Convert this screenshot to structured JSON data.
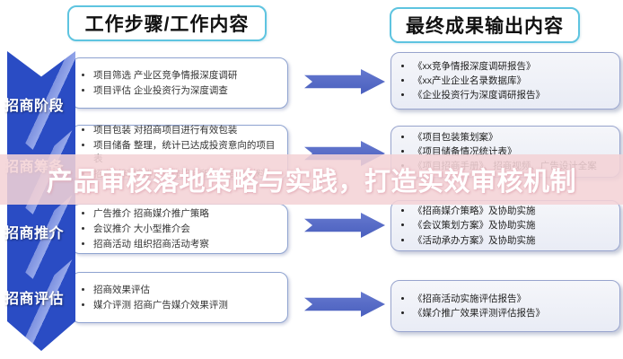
{
  "banner": {
    "text": "产品审核落地策略与实践，打造实效审核机制"
  },
  "columns": {
    "left_header": "工作步骤/工作内容",
    "right_header": "最终成果输出内容"
  },
  "stages": [
    {
      "label": "招商阶段",
      "work_items": [
        "项目筛选 产业区竞争情报深度调研",
        "项目评估 企业投资行为深度调查"
      ],
      "output_items": [
        "《xx竞争情报深度调研报告》",
        "《xx产业企业名录数据库》",
        "《企业投资行为深度调研报告》"
      ]
    },
    {
      "label": "招商筹备",
      "work_items": [
        "项目包装 对招商项目进行有效包装",
        "项目储备 整理，统计已达成投资意向的项目表",
        "招商材料 编排，制作招商所需的宣传材料"
      ],
      "output_items": [
        "《项目包装策划案》",
        "《项目储备情况统计表》",
        "《项目招商手册》、招商视频、广告设计全案"
      ]
    },
    {
      "label": "招商推介",
      "work_items": [
        "广告推介 招商媒介推广策略",
        "会议推介 大小型推介会",
        "招商活动 组织招商活动考察"
      ],
      "output_items": [
        "《招商媒介策略》及协助实施",
        "《会议策划方案》及协助实施",
        "《活动承办方案》及协助实施"
      ]
    },
    {
      "label": "招商评估",
      "work_items": [
        "招商效果评估",
        "媒介评测 招商广告媒介效果评测"
      ],
      "output_items": [
        "《招商活动实施评估报告》",
        "《媒介推广效果评测评估报告》"
      ]
    }
  ],
  "colors": {
    "header_border": "#5ec4e0",
    "chevron_blue": "#2a4cc4",
    "arrow_blue": "#5165c2",
    "box_border": "#8fa3d0",
    "banner_overlay": "#f4d2d6",
    "banner_text": "#ffffff"
  }
}
